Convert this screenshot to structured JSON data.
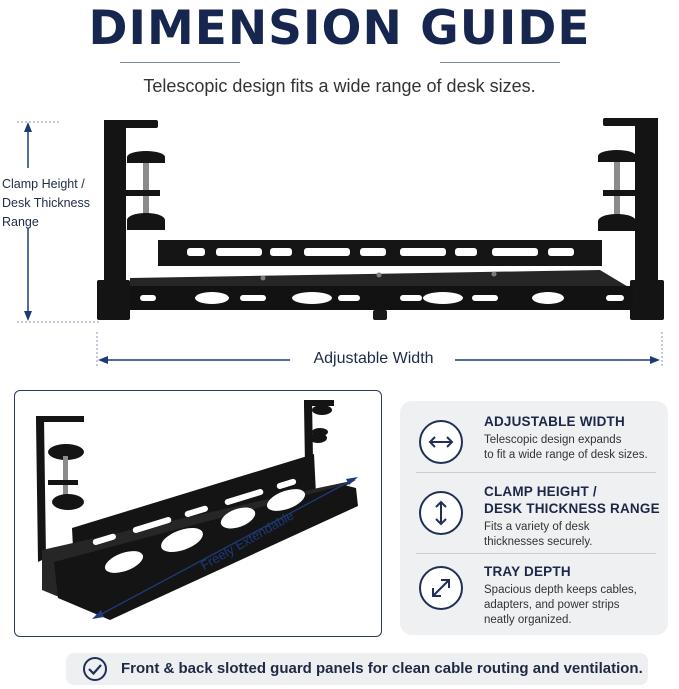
{
  "header": {
    "title": "DIMENSION GUIDE",
    "subtitle": "Telescopic design fits a wide range of desk sizes."
  },
  "diagram": {
    "clamp_label_lines": [
      "Clamp Height /",
      "Desk Thickness",
      "Range"
    ],
    "width_label": "Adjustable Width",
    "extend_label": "Freely Extendable"
  },
  "features": [
    {
      "icon": "horizontal-arrows-icon",
      "title_lines": [
        "ADJUSTABLE WIDTH"
      ],
      "desc_lines": [
        "Telescopic design expands",
        "to fit a wide range of desk sizes."
      ]
    },
    {
      "icon": "vertical-arrows-icon",
      "title_lines": [
        "CLAMP HEIGHT /",
        "DESK THICKNESS RANGE"
      ],
      "desc_lines": [
        "Fits a variety of desk",
        "thicknesses securely."
      ]
    },
    {
      "icon": "diagonal-arrows-icon",
      "title_lines": [
        "TRAY DEPTH"
      ],
      "desc_lines": [
        "Spacious depth keeps cables,",
        "adapters, and power strips",
        "neatly organized."
      ]
    }
  ],
  "banner": {
    "icon": "check-circle-icon",
    "text": "Front & back slotted guard panels for clean cable routing and ventilation."
  },
  "colors": {
    "navy": "#17264f",
    "accent": "#1e3a78",
    "panel": "#eff0f2"
  }
}
